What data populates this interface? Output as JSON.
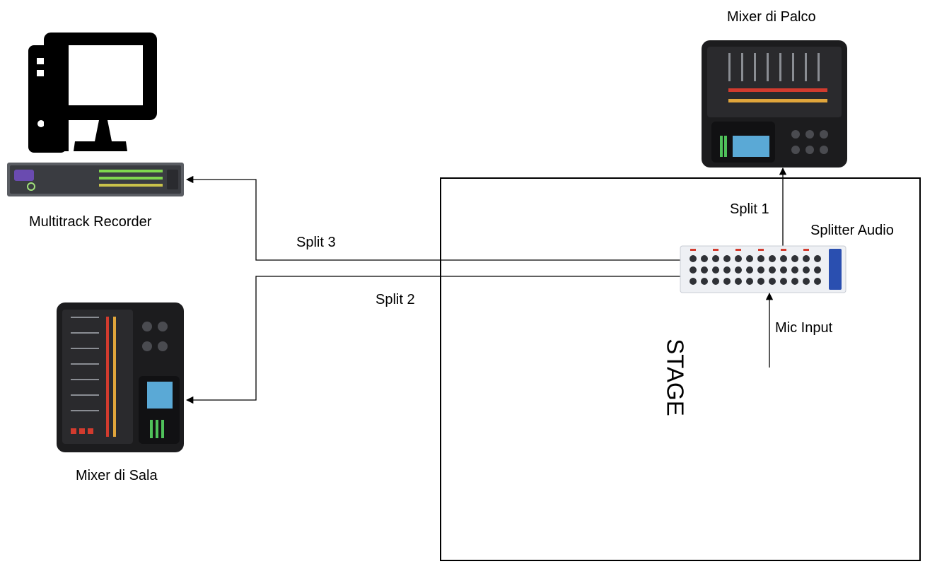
{
  "stage": {
    "label": "STAGE"
  },
  "devices": {
    "computer": {
      "icon": "desktop-computer-icon"
    },
    "recorder": {
      "label": "Multitrack Recorder"
    },
    "mixer_palco": {
      "label": "Mixer di Palco"
    },
    "mixer_sala": {
      "label": "Mixer di Sala"
    },
    "splitter": {
      "label": "Splitter Audio"
    }
  },
  "connections": {
    "split1": "Split 1",
    "split2": "Split 2",
    "split3": "Split 3",
    "mic_input": "Mic Input"
  },
  "colors": {
    "line": "#000000",
    "console_body": "#1c1c1e",
    "splitter_body": "#eef0f4",
    "splitter_accent": "#2a4fb0"
  }
}
